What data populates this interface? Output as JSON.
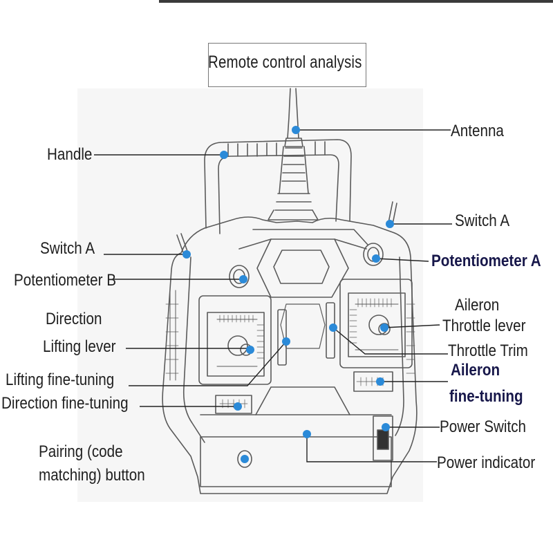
{
  "title": "Remote control analysis",
  "labels": {
    "antenna": "Antenna",
    "handle": "Handle",
    "switch_a_right": "Switch A",
    "switch_a_left": "Switch A",
    "potentiometer_a": "Potentiometer A",
    "potentiometer_b": "Potentiometer B",
    "aileron": "Aileron",
    "throttle_lever": "Throttle lever",
    "direction": "Direction",
    "lifting_lever": "Lifting lever",
    "throttle_trim": "Throttle Trim",
    "lifting_fine_tuning": "Lifting fine-tuning",
    "aileron_fine_tuning_1": "Aileron",
    "aileron_fine_tuning_2": "fine-tuning",
    "direction_fine_tuning": "Direction fine-tuning",
    "power_switch": "Power Switch",
    "pairing_1": "Pairing (code",
    "pairing_2": "matching) button",
    "power_indicator": "Power indicator"
  },
  "colors": {
    "marker": "#2b8ad8",
    "line": "#222222",
    "outline": "#555555"
  }
}
